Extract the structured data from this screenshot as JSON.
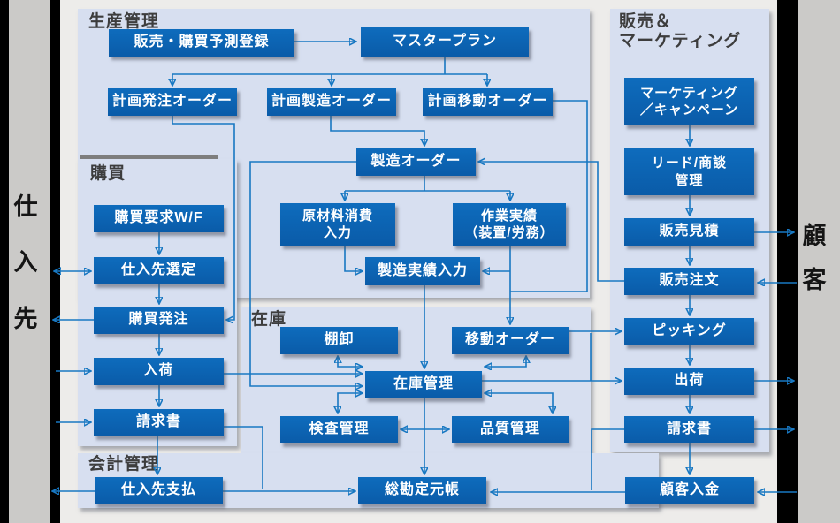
{
  "edge_labels": {
    "supplier": "仕\n入\n先",
    "customer": "顧\n客"
  },
  "panels": {
    "production": {
      "title": "生産管理"
    },
    "purchasing": {
      "title": "購買"
    },
    "inventory": {
      "title": "在庫"
    },
    "accounting": {
      "title": "会計管理"
    },
    "sales": {
      "title": "販売＆\nマーケティング"
    }
  },
  "nodes": {
    "forecast": "販売・購買予測登録",
    "master_plan": "マスタープラン",
    "planned_purchase_order": "計画発注オーダー",
    "planned_production_order": "計画製造オーダー",
    "planned_move_order": "計画移動オーダー",
    "production_order": "製造オーダー",
    "material_consumption": "原材料消費\n入力",
    "work_results": "作業実績\n（装置/労務）",
    "production_results": "製造実績入力",
    "pr_workflow": "購買要求W/F",
    "supplier_selection": "仕入先選定",
    "purchase_order": "購買発注",
    "receiving": "入荷",
    "purchase_invoice": "請求書",
    "stocktaking": "棚卸",
    "move_order": "移動オーダー",
    "inventory_mgmt": "在庫管理",
    "inspection_mgmt": "検査管理",
    "quality_mgmt": "品質管理",
    "supplier_payment": "仕入先支払",
    "general_ledger": "総勘定元帳",
    "customer_receipt": "顧客入金",
    "marketing_campaign": "マーケティング\n／キャンペーン",
    "lead_mgmt": "リード/商談\n管理",
    "sales_quote": "販売見積",
    "sales_order": "販売注文",
    "picking": "ピッキング",
    "shipping": "出荷",
    "sales_invoice": "請求書"
  },
  "colors": {
    "node_blue": "#0a60b0",
    "panel_bg": "#d7dff0",
    "arrow_blue": "#1878c2",
    "strip_gray": "#cbcac8",
    "strip_black": "#000000",
    "title_gray": "#3d3d3d",
    "page_bg": "#edecea"
  }
}
